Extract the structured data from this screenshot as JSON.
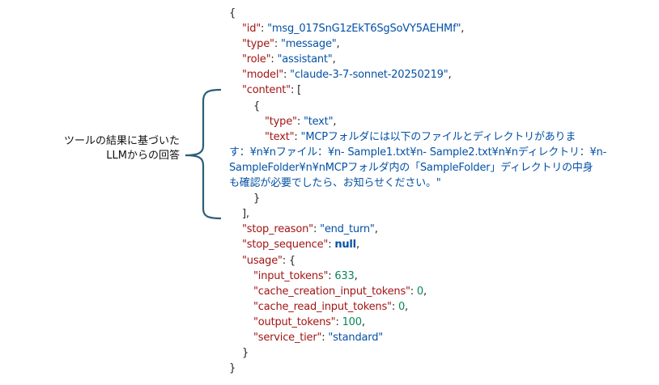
{
  "annotation": {
    "line1": "ツールの結果に基づいた",
    "line2": "LLMからの回答",
    "brace_color": "#2e5d78"
  },
  "colors": {
    "key": "#a31515",
    "string": "#0451a5",
    "number": "#098658"
  },
  "json": {
    "open": "{",
    "id": {
      "k": "\"id\"",
      "v": "\"msg_017SnG1zEkT6SgSoVY5AEHMf\""
    },
    "type": {
      "k": "\"type\"",
      "v": "\"message\""
    },
    "role": {
      "k": "\"role\"",
      "v": "\"assistant\""
    },
    "model": {
      "k": "\"model\"",
      "v": "\"claude-3-7-sonnet-20250219\""
    },
    "content": {
      "k": "\"content\"",
      "open": "[",
      "item_open": "{",
      "item_close": "}",
      "close": "],"
    },
    "content_type": {
      "k": "\"type\"",
      "v": "\"text\""
    },
    "content_text": {
      "k": "\"text\"",
      "v1": "\"MCPフォルダには以下のファイルとディレクトリがありま",
      "v2": "す：¥n¥nファイル：¥n- Sample1.txt¥n- Sample2.txt¥n¥nディレクトリ：¥n-",
      "v3": "SampleFolder¥n¥nMCPフォルダ内の「SampleFolder」ディレクトリの中身",
      "v4": "も確認が必要でしたら、お知らせください。\""
    },
    "stop_reason": {
      "k": "\"stop_reason\"",
      "v": "\"end_turn\""
    },
    "stop_sequence": {
      "k": "\"stop_sequence\"",
      "v": "null"
    },
    "usage": {
      "k": "\"usage\"",
      "open": "{",
      "close": "}"
    },
    "input_tokens": {
      "k": "\"input_tokens\"",
      "v": "633"
    },
    "cache_creation_input_tokens": {
      "k": "\"cache_creation_input_tokens\"",
      "v": "0"
    },
    "cache_read_input_tokens": {
      "k": "\"cache_read_input_tokens\"",
      "v": "0"
    },
    "output_tokens": {
      "k": "\"output_tokens\"",
      "v": "100"
    },
    "service_tier": {
      "k": "\"service_tier\"",
      "v": "\"standard\""
    },
    "close": "}",
    "colon": ": ",
    "comma": ","
  }
}
